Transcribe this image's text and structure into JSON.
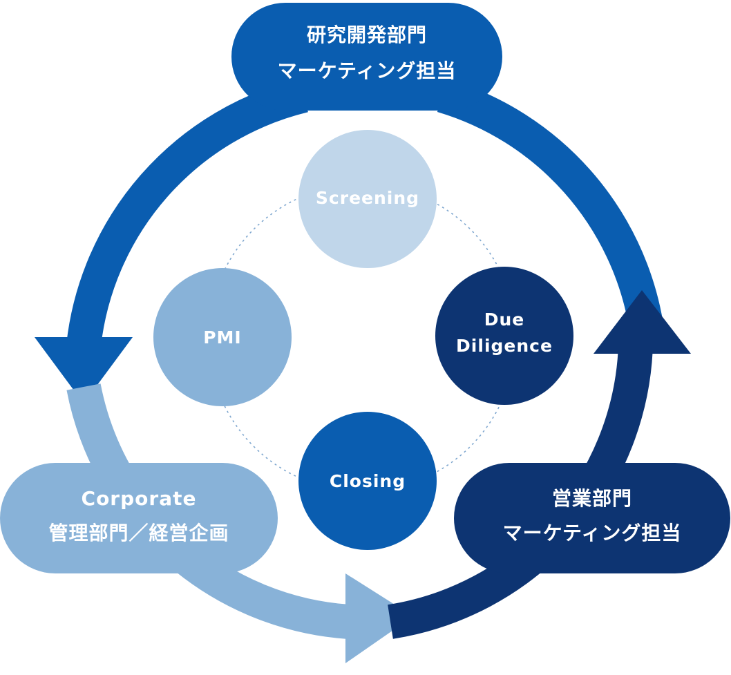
{
  "colors": {
    "top": "#0a5db0",
    "right": "#0d3472",
    "left": "#88b2d8",
    "screening": "#c0d6ea",
    "due_diligence": "#0d3472",
    "closing": "#0a5db0",
    "pmi": "#88b2d8",
    "dotted_ring": "#7fa7cf"
  },
  "departments": {
    "top": {
      "line1": "研究開発部門",
      "line2": "マーケティング担当"
    },
    "right": {
      "line1": "営業部門",
      "line2": "マーケティング担当"
    },
    "left": {
      "line1": "Corporate",
      "line2": "管理部門／経営企画"
    }
  },
  "stages": {
    "screening": "Screening",
    "due_diligence": {
      "line1": "Due",
      "line2": "Diligence"
    },
    "closing": "Closing",
    "pmi": "PMI"
  }
}
